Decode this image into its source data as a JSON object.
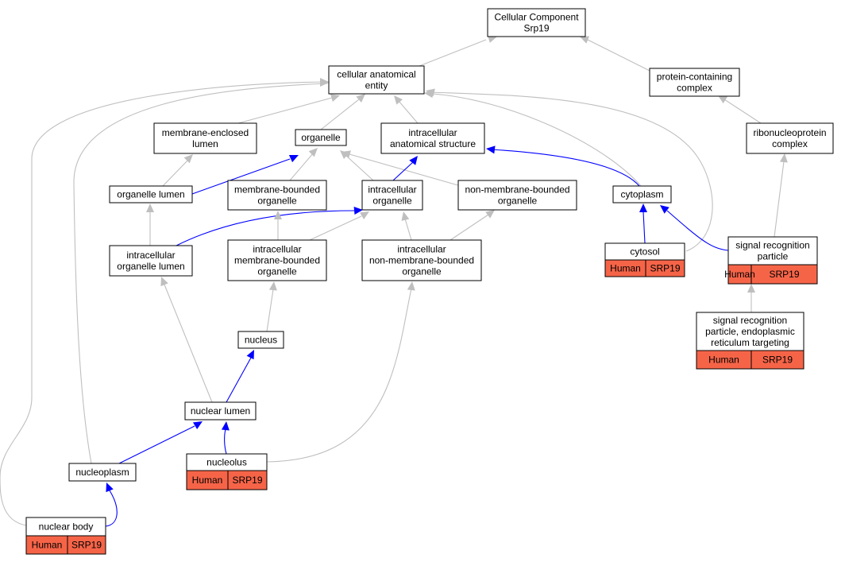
{
  "colors": {
    "gray_edge": "#bfbfbf",
    "blue_edge": "#0000ff",
    "annotation_fill": "#f66448",
    "node_border": "#000000"
  },
  "nodes": {
    "root": [
      "Cellular Component",
      "Srp19"
    ],
    "cae": [
      "cellular anatomical",
      "entity"
    ],
    "pcc": [
      "protein-containing",
      "complex"
    ],
    "mel": [
      "membrane-enclosed",
      "lumen"
    ],
    "org": [
      "organelle"
    ],
    "ias": [
      "intracellular",
      "anatomical structure"
    ],
    "rnp": [
      "ribonucleoprotein",
      "complex"
    ],
    "ol": [
      "organelle lumen"
    ],
    "mbo": [
      "membrane-bounded",
      "organelle"
    ],
    "io": [
      "intracellular",
      "organelle"
    ],
    "nmbo": [
      "non-membrane-bounded",
      "organelle"
    ],
    "cyto": [
      "cytoplasm"
    ],
    "iol": [
      "intracellular",
      "organelle lumen"
    ],
    "imbo": [
      "intracellular",
      "membrane-bounded",
      "organelle"
    ],
    "inmbo": [
      "intracellular",
      "non-membrane-bounded",
      "organelle"
    ],
    "cytosol": [
      "cytosol"
    ],
    "srp": [
      "signal recognition",
      "particle"
    ],
    "srper": [
      "signal recognition",
      "particle, endoplasmic",
      "reticulum targeting"
    ],
    "nucleus": [
      "nucleus"
    ],
    "nl": [
      "nuclear lumen"
    ],
    "nucleolus": [
      "nucleolus"
    ],
    "nucleoplasm": [
      "nucleoplasm"
    ],
    "nb": [
      "nuclear body"
    ]
  },
  "annotations": {
    "cytosol": [
      "Human",
      "SRP19"
    ],
    "srp": [
      "Human",
      "SRP19"
    ],
    "srper": [
      "Human",
      "SRP19"
    ],
    "nucleolus": [
      "Human",
      "SRP19"
    ],
    "nb": [
      "Human",
      "SRP19"
    ]
  }
}
